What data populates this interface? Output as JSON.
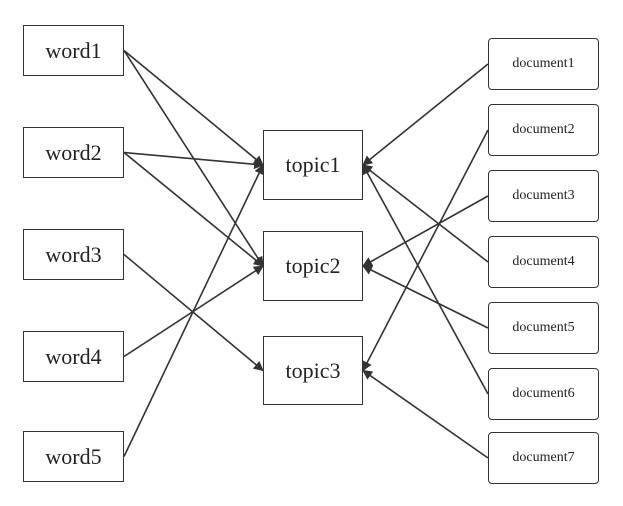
{
  "words": [
    {
      "id": "word1",
      "label": "word1"
    },
    {
      "id": "word2",
      "label": "word2"
    },
    {
      "id": "word3",
      "label": "word3"
    },
    {
      "id": "word4",
      "label": "word4"
    },
    {
      "id": "word5",
      "label": "word5"
    }
  ],
  "topics": [
    {
      "id": "topic1",
      "label": "topic1"
    },
    {
      "id": "topic2",
      "label": "topic2"
    },
    {
      "id": "topic3",
      "label": "topic3"
    }
  ],
  "documents": [
    {
      "id": "document1",
      "label": "document1"
    },
    {
      "id": "document2",
      "label": "document2"
    },
    {
      "id": "document3",
      "label": "document3"
    },
    {
      "id": "document4",
      "label": "document4"
    },
    {
      "id": "document5",
      "label": "document5"
    },
    {
      "id": "document6",
      "label": "document6"
    },
    {
      "id": "document7",
      "label": "document7"
    }
  ],
  "edges": [
    {
      "from": "word1",
      "to": "topic1"
    },
    {
      "from": "word1",
      "to": "topic2"
    },
    {
      "from": "word2",
      "to": "topic1"
    },
    {
      "from": "word2",
      "to": "topic2"
    },
    {
      "from": "word3",
      "to": "topic3"
    },
    {
      "from": "word4",
      "to": "topic2"
    },
    {
      "from": "word5",
      "to": "topic1"
    },
    {
      "from": "document1",
      "to": "topic1"
    },
    {
      "from": "document2",
      "to": "topic3"
    },
    {
      "from": "document3",
      "to": "topic2"
    },
    {
      "from": "document4",
      "to": "topic1"
    },
    {
      "from": "document5",
      "to": "topic2"
    },
    {
      "from": "document6",
      "to": "topic1"
    },
    {
      "from": "document7",
      "to": "topic3"
    }
  ],
  "colors": {
    "stroke": "#333333",
    "text": "#222222",
    "background": "#ffffff"
  }
}
